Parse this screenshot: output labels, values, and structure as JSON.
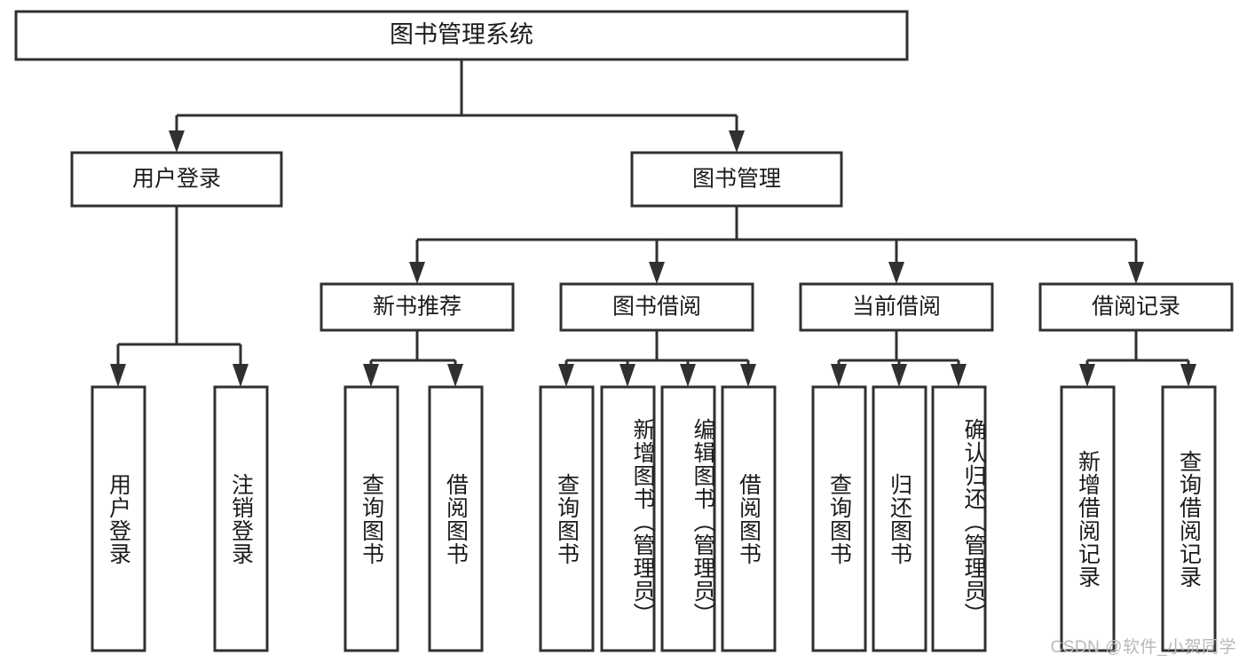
{
  "diagram": {
    "title": "图书管理系统",
    "type": "tree-hierarchy-chart",
    "root": {
      "label": "图书管理系统"
    },
    "level2": [
      {
        "label": "用户登录"
      },
      {
        "label": "图书管理"
      }
    ],
    "level3": [
      {
        "label": "新书推荐"
      },
      {
        "label": "图书借阅"
      },
      {
        "label": "当前借阅"
      },
      {
        "label": "借阅记录"
      }
    ],
    "leaves": {
      "user_login": [
        {
          "label": "用户登录"
        },
        {
          "label": "注销登录"
        }
      ],
      "new_book_recommend": [
        {
          "label": "查询图书"
        },
        {
          "label": "借阅图书"
        }
      ],
      "book_borrow": [
        {
          "label": "查询图书"
        },
        {
          "label": "新增图书（管理员）"
        },
        {
          "label": "编辑图书（管理员）"
        },
        {
          "label": "借阅图书"
        }
      ],
      "current_borrow": [
        {
          "label": "查询图书"
        },
        {
          "label": "归还图书"
        },
        {
          "label": "确认归还（管理员）"
        }
      ],
      "borrow_record": [
        {
          "label": "新增借阅记录"
        },
        {
          "label": "查询借阅记录"
        }
      ]
    }
  },
  "watermark": {
    "text": "CSDN @软件_小贺同学"
  },
  "colors": {
    "stroke": "#32302f",
    "fill": "#ffffff",
    "text": "#1c1b1a",
    "watermark": "#b9b9b9"
  }
}
